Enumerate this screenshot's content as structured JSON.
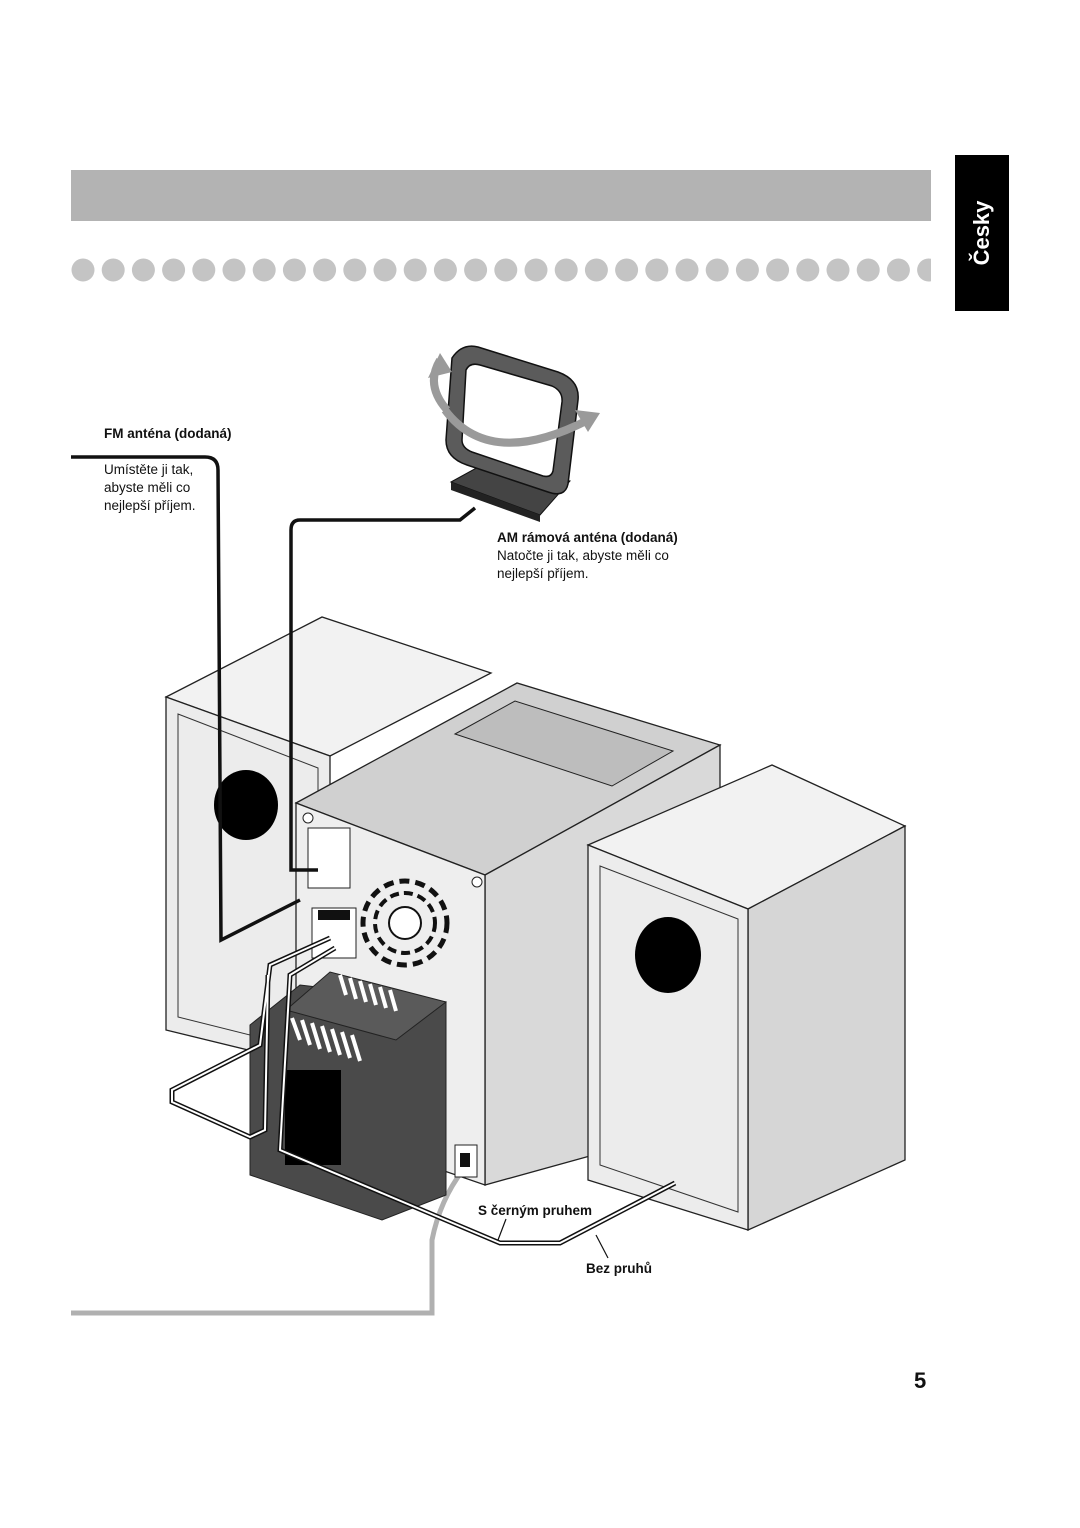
{
  "language_tab": "Česky",
  "labels": {
    "fm_antenna_title": "FM anténa (dodaná)",
    "fm_antenna_line1": "Umístěte ji tak,",
    "fm_antenna_line2": "abyste měli co",
    "fm_antenna_line3": "nejlepší příjem.",
    "am_antenna_title": "AM rámová anténa (dodaná)",
    "am_antenna_line1": "Natočte ji tak, abyste měli co",
    "am_antenna_line2": "nejlepší příjem.",
    "striped_cable": "S černým pruhem",
    "plain_cable": "Bez pruhů"
  },
  "page_number": "5",
  "colors": {
    "header_bar": "#b3b3b3",
    "dot": "#c4c4c4",
    "tab_bg": "#000000",
    "tab_text": "#ffffff",
    "cord_gray": "#b0b0b0"
  }
}
